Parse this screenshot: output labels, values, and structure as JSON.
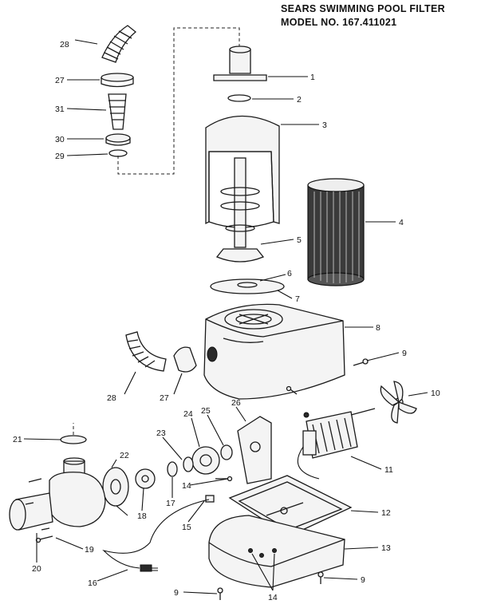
{
  "header": {
    "title_line1": "SEARS SWIMMING POOL FILTER",
    "title_line2": "MODEL NO. 167.411021"
  },
  "callouts": {
    "c1": "1",
    "c2": "2",
    "c3": "3",
    "c4": "4",
    "c5": "5",
    "c6": "6",
    "c7": "7",
    "c8": "8",
    "c9a": "9",
    "c9b": "9",
    "c9c": "9",
    "c10": "10",
    "c11": "11",
    "c12": "12",
    "c13": "13",
    "c14a": "14",
    "c14b": "14",
    "c15": "15",
    "c16": "16",
    "c17": "17",
    "c18": "18",
    "c19": "19",
    "c20": "20",
    "c21": "21",
    "c22": "22",
    "c23": "23",
    "c24": "24",
    "c25": "25",
    "c26": "26",
    "c27a": "27",
    "c27b": "27",
    "c28a": "28",
    "c28b": "28",
    "c29": "29",
    "c30": "30",
    "c31": "31"
  }
}
